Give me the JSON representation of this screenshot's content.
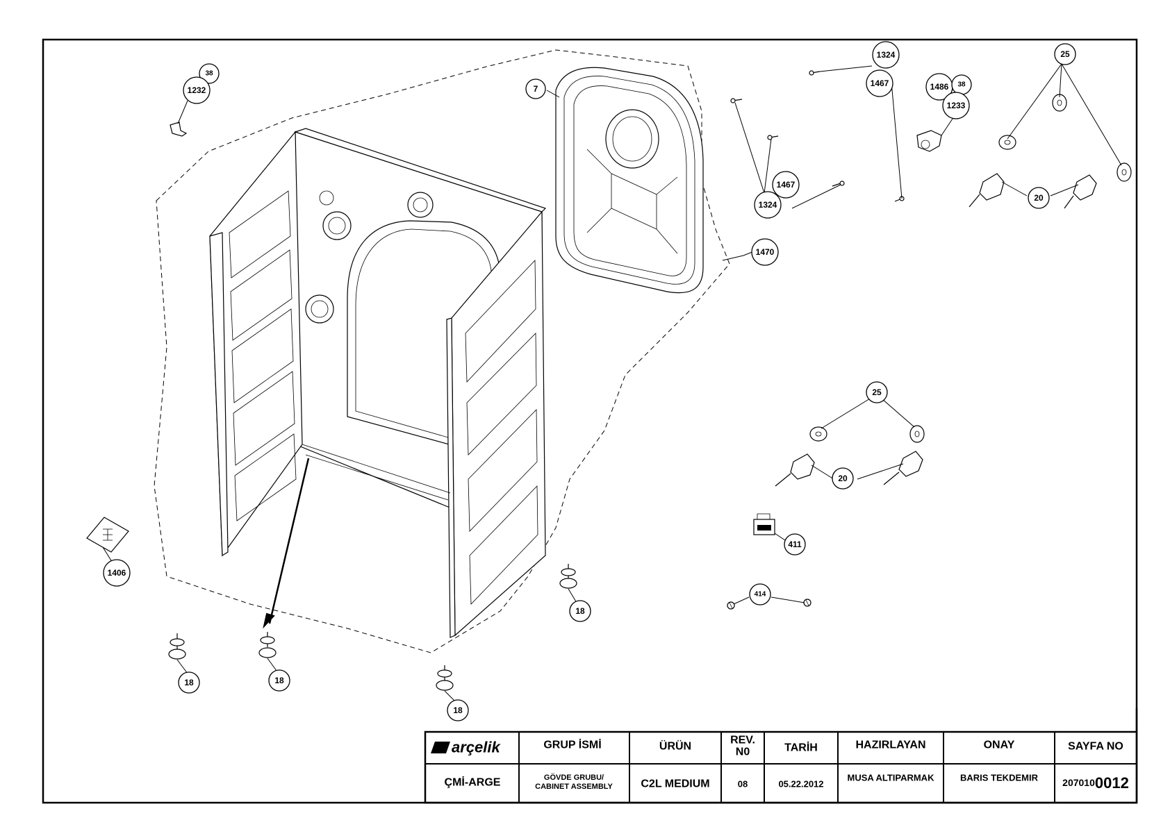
{
  "callouts": {
    "c7": "7",
    "c38a": "38",
    "c1232": "1232",
    "c1324a": "1324",
    "c1467a": "1467",
    "c1486": "1486",
    "c38b": "38",
    "c1233": "1233",
    "c25a": "25",
    "c1467b": "1467",
    "c1324b": "1324",
    "c20a": "20",
    "c1470": "1470",
    "c25b": "25",
    "c20b": "20",
    "c411": "411",
    "c414": "414",
    "c1406": "1406",
    "c18a": "18",
    "c18b": "18",
    "c18c": "18",
    "c18d": "18"
  },
  "title_block": {
    "logo": "arçelik",
    "department": "ÇMİ-ARGE",
    "headers": {
      "group": "GRUP İSMİ",
      "product": "ÜRÜN",
      "rev_line1": "REV.",
      "rev_line2": "N0",
      "date": "TARİH",
      "prepared": "HAZIRLAYAN",
      "approved": "ONAY",
      "page": "SAYFA NO"
    },
    "values": {
      "group_line1": "GÖVDE GRUBU/",
      "group_line2": "CABINET ASSEMBLY",
      "product": "C2L MEDIUM",
      "rev": "08",
      "date": "05.22.2012",
      "prepared": "MUSA ALTIPARMAK",
      "approved": "BARIS TEKDEMIR",
      "page_prefix": "207010",
      "page_suffix": "0012"
    }
  },
  "colors": {
    "line": "#000000",
    "background": "#ffffff"
  }
}
